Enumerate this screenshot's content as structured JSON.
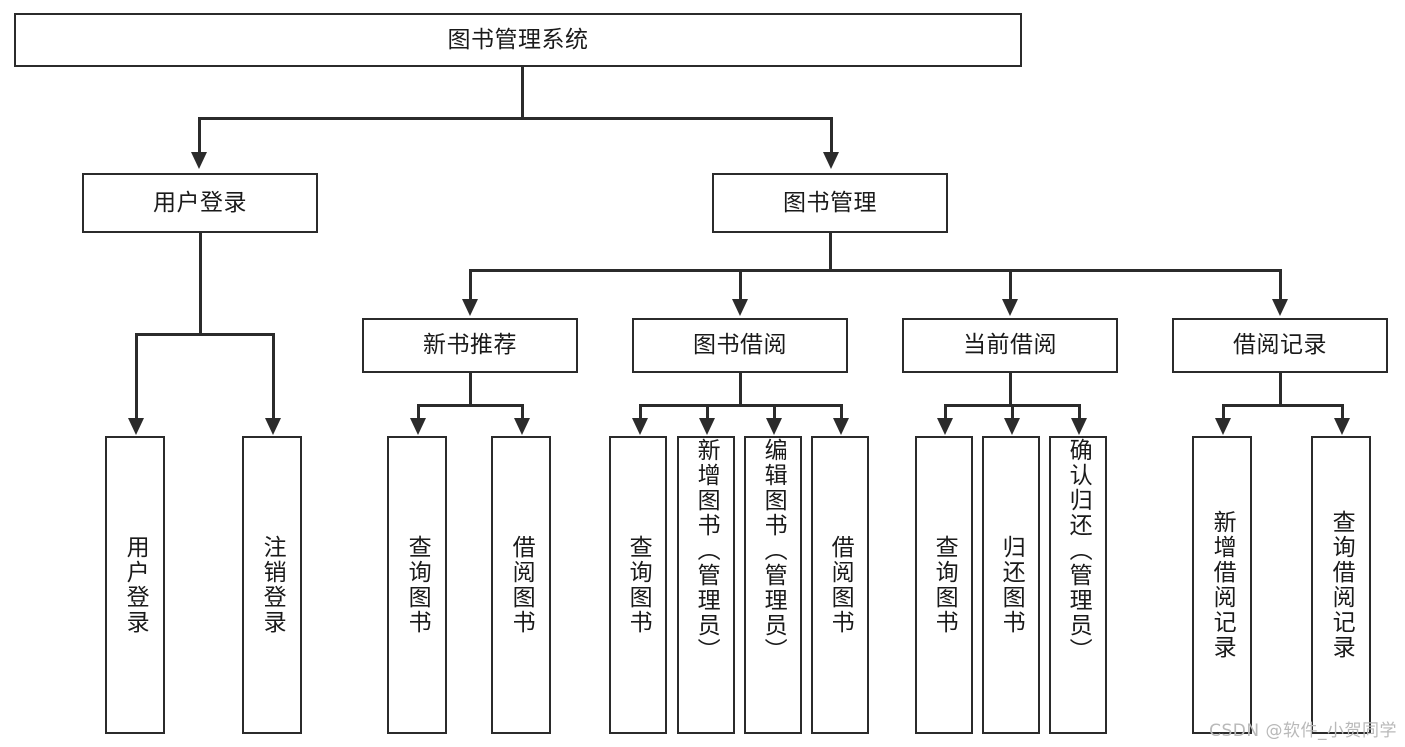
{
  "diagram": {
    "title": "图书管理系统",
    "type": "hierarchy-tree",
    "watermark": "CSDN @软件_小贺同学",
    "colors": {
      "background": "#ffffff",
      "stroke": "#2b2b2b",
      "text": "#1a1a1a",
      "watermark": "#b9b9b9"
    },
    "root": {
      "label": "图书管理系统"
    },
    "level1": [
      {
        "label": "用户登录"
      },
      {
        "label": "图书管理"
      }
    ],
    "level2": [
      {
        "label": "新书推荐"
      },
      {
        "label": "图书借阅"
      },
      {
        "label": "当前借阅"
      },
      {
        "label": "借阅记录"
      }
    ],
    "leaves": {
      "user_login": [
        {
          "label": "用户登录"
        },
        {
          "label": "注销登录"
        }
      ],
      "new_book_recommend": [
        {
          "label": "查询图书"
        },
        {
          "label": "借阅图书"
        }
      ],
      "book_borrow": [
        {
          "label": "查询图书"
        },
        {
          "label": "新增图书（管理员）"
        },
        {
          "label": "编辑图书（管理员）"
        },
        {
          "label": "借阅图书"
        }
      ],
      "current_borrow": [
        {
          "label": "查询图书"
        },
        {
          "label": "归还图书"
        },
        {
          "label": "确认归还（管理员）"
        }
      ],
      "borrow_record": [
        {
          "label": "新增借阅记录"
        },
        {
          "label": "查询借阅记录"
        }
      ]
    }
  }
}
